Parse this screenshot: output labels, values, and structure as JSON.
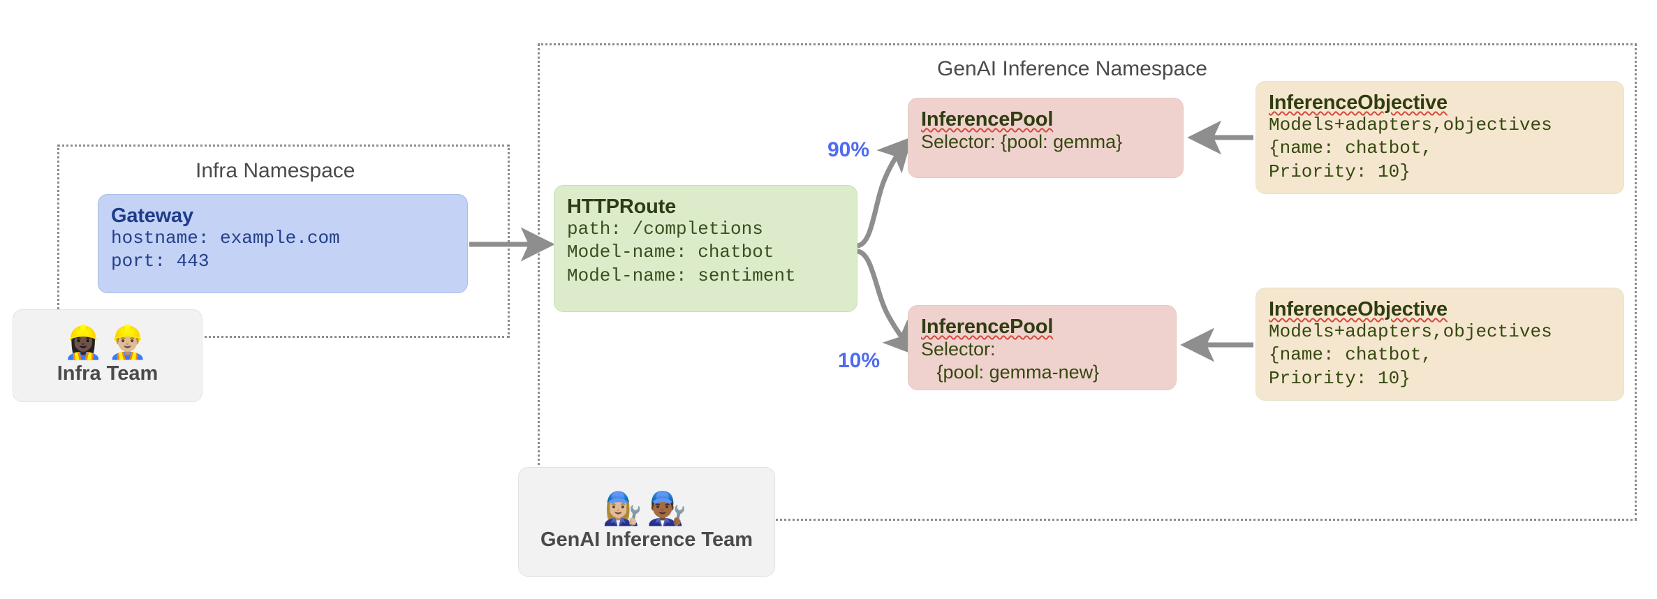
{
  "namespaces": [
    {
      "name": "infra",
      "title": "Infra Namespace"
    },
    {
      "name": "genai",
      "title": "GenAI Inference Namespace"
    }
  ],
  "gateway": {
    "title": "Gateway",
    "lines": [
      "hostname: example.com",
      "port: 443"
    ]
  },
  "httproute": {
    "title": "HTTPRoute",
    "lines": [
      "path: /completions",
      "Model-name: chatbot",
      "Model-name: sentiment"
    ]
  },
  "pools": [
    {
      "title": "InferencePool",
      "lines": [
        "Selector: {pool: gemma}"
      ]
    },
    {
      "title": "InferencePool",
      "lines": [
        "Selector:",
        "   {pool: gemma-new}"
      ]
    }
  ],
  "objectives": [
    {
      "title": "InferenceObjective",
      "lines": [
        "Models+adapters,objectives",
        "{name: chatbot,",
        "Priority: 10}"
      ]
    },
    {
      "title": "InferenceObjective",
      "lines": [
        "Models+adapters,objectives",
        "{name: chatbot,",
        "Priority: 10}"
      ]
    }
  ],
  "weights": [
    {
      "label": "90%"
    },
    {
      "label": "10%"
    }
  ],
  "teams": [
    {
      "title": "Infra Team",
      "emojis": "👷🏿‍♀️👷🏼‍♂️"
    },
    {
      "title": "GenAI Inference Team",
      "emojis": "👩🏼‍🔧👨🏾‍🔧"
    }
  ],
  "colors": {
    "gateway_fill": "#c3d2f5",
    "httproute_fill": "#dceccb",
    "pool_fill": "#efd2ce",
    "objective_fill": "#f5e6cf",
    "weight_text": "#4f6bf0",
    "arrow": "#8e8e8e",
    "namespace_border": "#8c8c8c",
    "spellcheck_underline": "#d6493c"
  }
}
